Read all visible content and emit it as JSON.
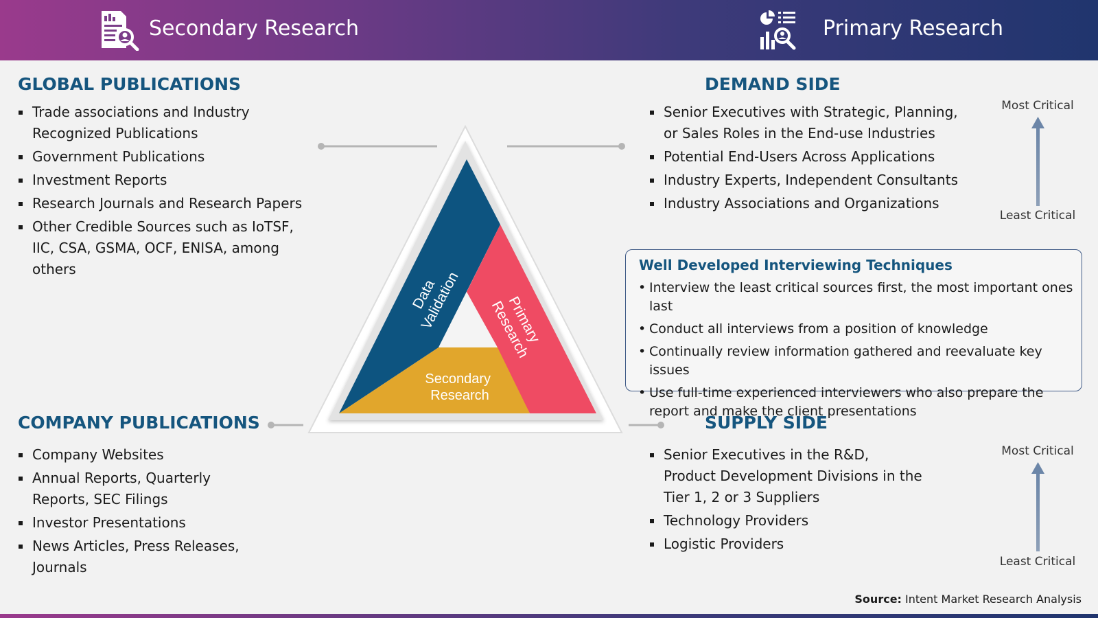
{
  "header": {
    "left_title": "Secondary Research",
    "right_title": "Primary Research",
    "left_icon": "report-search-icon",
    "right_icon": "analytics-search-icon"
  },
  "global_publications": {
    "heading": "GLOBAL PUBLICATIONS",
    "items": [
      "Trade associations and Industry Recognized Publications",
      "Government Publications",
      "Investment Reports",
      "Research Journals and Research Papers",
      "Other Credible Sources such as IoTSF, IIC, CSA, GSMA, OCF, ENISA, among others"
    ]
  },
  "company_publications": {
    "heading": "COMPANY PUBLICATIONS",
    "items": [
      "Company Websites",
      "Annual Reports, Quarterly Reports, SEC Filings",
      "Investor Presentations",
      "News Articles, Press Releases, Journals"
    ]
  },
  "demand_side": {
    "heading": "DEMAND SIDE",
    "items": [
      "Senior Executives with Strategic, Planning, or Sales Roles in the End-use Industries",
      "Potential End-Users Across Applications",
      "Industry Experts, Independent Consultants",
      "Industry Associations and Organizations"
    ],
    "most_label": "Most Critical",
    "least_label": "Least Critical"
  },
  "supply_side": {
    "heading": "SUPPLY SIDE",
    "items": [
      "Senior Executives in the R&D, Product Development Divisions in the Tier 1, 2 or 3 Suppliers",
      "Technology Providers",
      "Logistic Providers"
    ],
    "most_label": "Most Critical",
    "least_label": "Least Critical"
  },
  "interviewing": {
    "title": "Well Developed Interviewing Techniques",
    "items": [
      "Interview the least critical sources first, the most important ones last",
      "Conduct all interviews from a position of knowledge",
      "Continually review information gathered and reevaluate key issues",
      "Use full-time experienced interviewers who also prepare the report and make the client presentations"
    ]
  },
  "triangle": {
    "left_segment": [
      "Data",
      "Validation"
    ],
    "right_segment": [
      "Primary",
      "Research"
    ],
    "bottom_segment": [
      "Secondary",
      "Research"
    ],
    "colors": {
      "data_validation": "#0d5480",
      "primary_research": "#ef4b63",
      "secondary_research": "#e1a62c"
    }
  },
  "source": {
    "label": "Source:",
    "text": "Intent Market Research Analysis"
  }
}
